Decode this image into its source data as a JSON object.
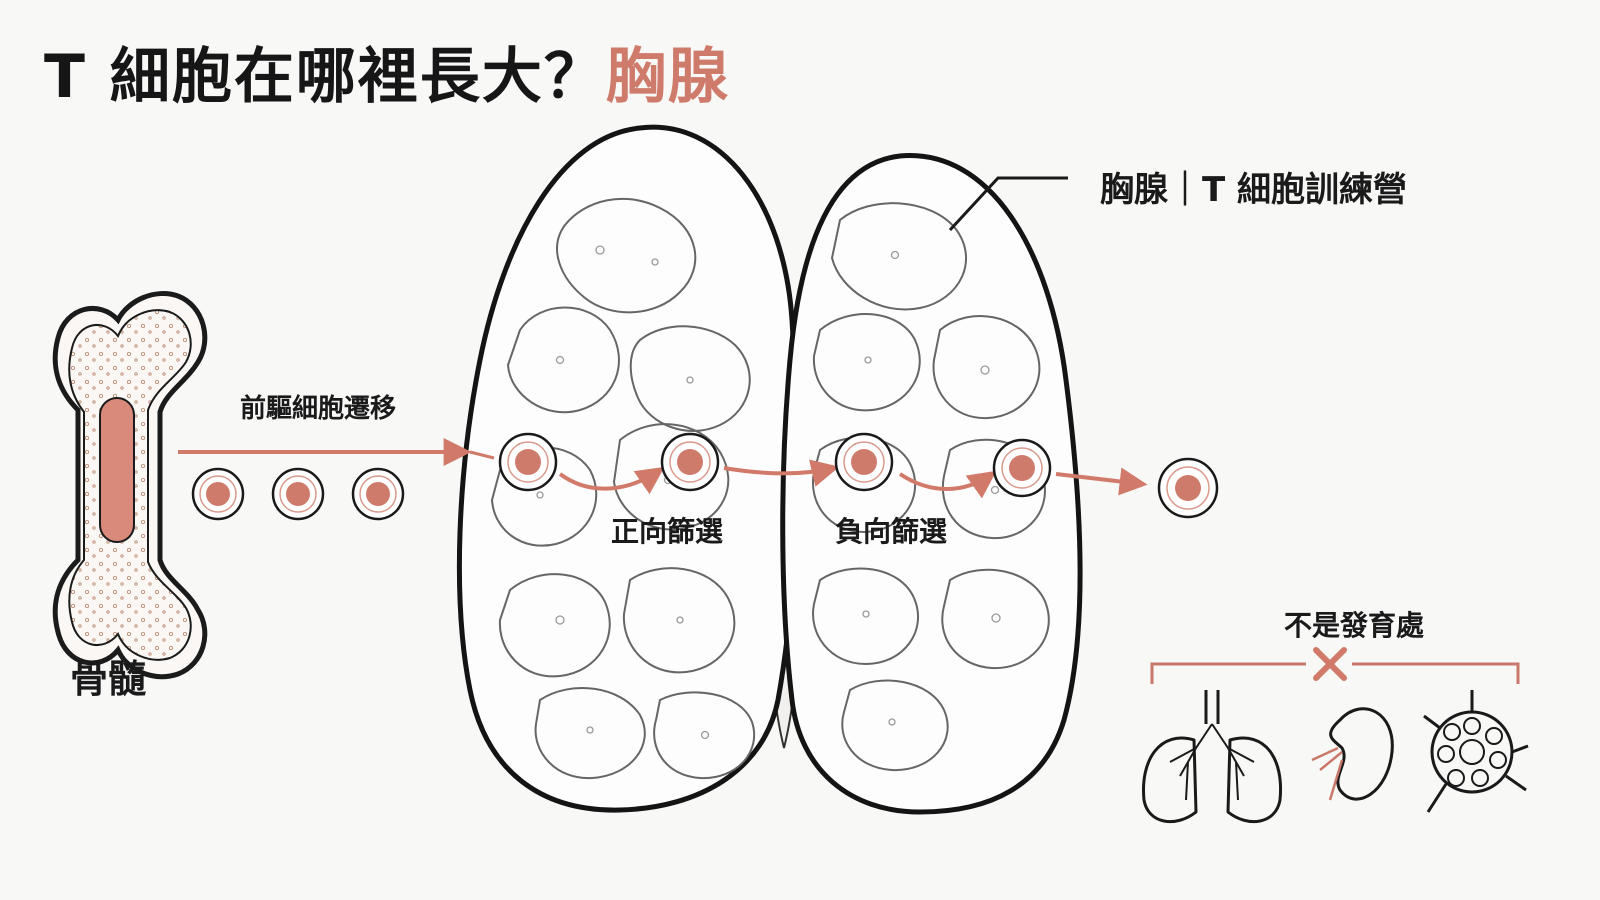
{
  "title": {
    "main": "T 細胞在哪裡長大？",
    "accent": "胸腺"
  },
  "labels": {
    "callout": "胸腺｜T 細胞訓練營",
    "migration": "前驅細胞遷移",
    "positive_selection": "正向篩選",
    "negative_selection": "負向篩選",
    "bone_marrow": "骨髓",
    "not_site": "不是發育處"
  },
  "colors": {
    "accent": "#cf7b6c",
    "ink": "#1a1a1a",
    "cell_core": "#cf7b6c",
    "marrow": "#d98a7a"
  },
  "icons": [
    "bone-icon",
    "thymus-icon",
    "t-cell-icon",
    "lungs-icon",
    "kidney-icon",
    "lymph-node-icon",
    "cross-mark-icon"
  ]
}
